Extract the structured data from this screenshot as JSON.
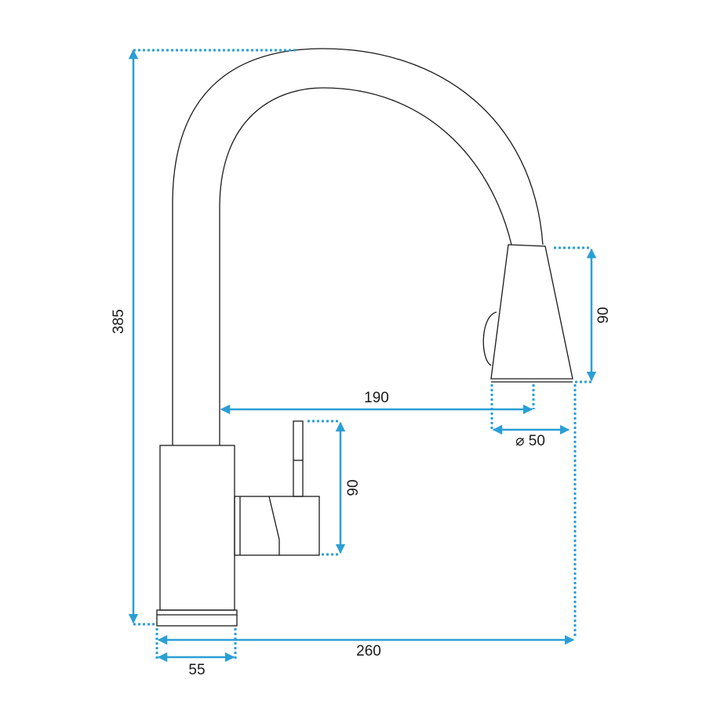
{
  "drawing": {
    "accent_color": "#2a9fd6",
    "outline_color": "#1a1a1a",
    "dimensions": {
      "total_height": "385",
      "spout_head_height": "90",
      "reach": "190",
      "spout_diameter": "⌀ 50",
      "lever_height": "90",
      "base_width": "55",
      "total_depth": "260"
    }
  }
}
